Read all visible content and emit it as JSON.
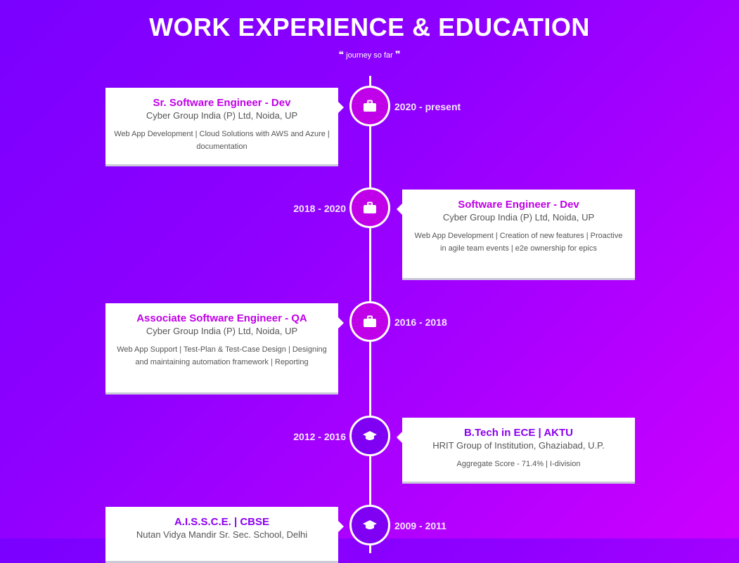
{
  "header": {
    "title": "WORK EXPERIENCE & EDUCATION",
    "open_quote": "❝",
    "subtitle": "journey so far",
    "close_quote": "❞"
  },
  "colors": {
    "work_accent": "#c000e8",
    "edu_accent": "#8a00f0",
    "work_node": "#c000e8",
    "edu_node": "#7f00f2"
  },
  "timeline": [
    {
      "type": "work",
      "icon": "briefcase-icon",
      "role": "Sr. Software Engineer - Dev",
      "org": "Cyber Group India (P) Ltd, Noida, UP",
      "desc": "Web App Development | Cloud Solutions with AWS and Azure | documentation",
      "date": "2020 - present"
    },
    {
      "type": "work",
      "icon": "briefcase-icon",
      "role": "Software Engineer - Dev",
      "org": "Cyber Group India (P) Ltd, Noida, UP",
      "desc": "Web App Development | Creation of new features | Proactive in agile team events | e2e ownership for epics",
      "date": "2018 - 2020"
    },
    {
      "type": "work",
      "icon": "briefcase-icon",
      "role": "Associate Software Engineer - QA",
      "org": "Cyber Group India (P) Ltd, Noida, UP",
      "desc": "Web App Support | Test-Plan & Test-Case Design | Designing and maintaining automation framework | Reporting",
      "date": "2016 - 2018"
    },
    {
      "type": "education",
      "icon": "graduation-cap-icon",
      "role": "B.Tech in ECE | AKTU",
      "org": "HRIT Group of Institution, Ghaziabad, U.P.",
      "desc": "Aggregate Score - 71.4% | I-division",
      "date": "2012 - 2016"
    },
    {
      "type": "education",
      "icon": "graduation-cap-icon",
      "role": "A.I.S.S.C.E. | CBSE",
      "org": "Nutan Vidya Mandir Sr. Sec. School, Delhi",
      "desc": "",
      "date": "2009 - 2011"
    }
  ]
}
